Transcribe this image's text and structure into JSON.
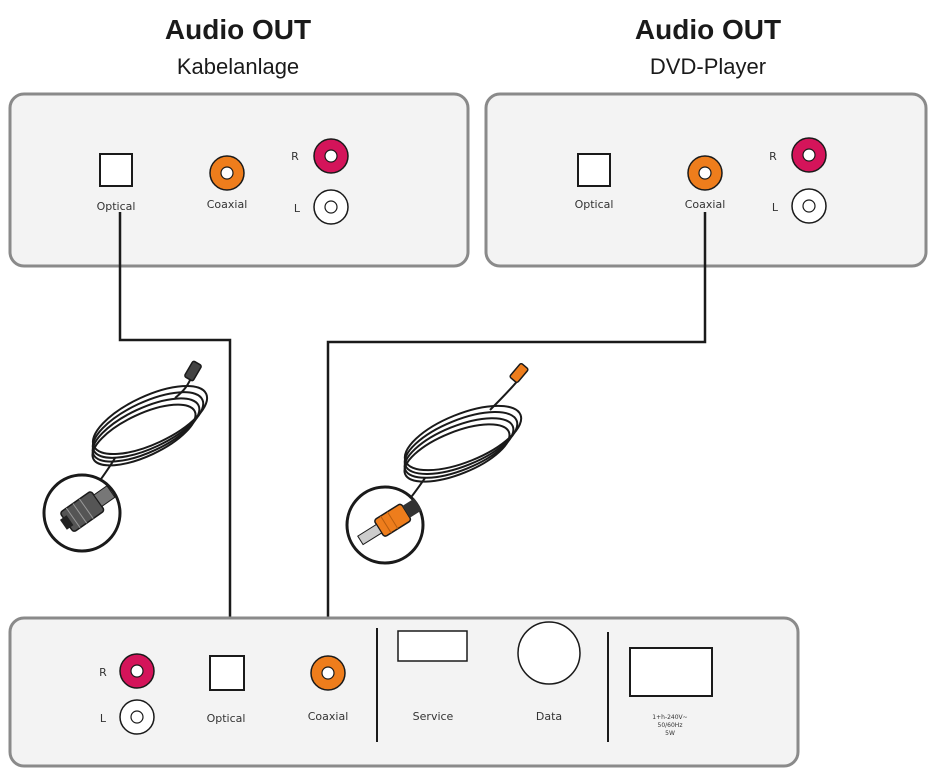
{
  "left_device": {
    "title": "Audio OUT",
    "subtitle": "Kabelanlage",
    "optical_label": "Optical",
    "coaxial_label": "Coaxial",
    "r_label": "R",
    "l_label": "L"
  },
  "right_device": {
    "title": "Audio OUT",
    "subtitle": "DVD-Player",
    "optical_label": "Optical",
    "coaxial_label": "Coaxial",
    "r_label": "R",
    "l_label": "L"
  },
  "bottom_device": {
    "r_label": "R",
    "l_label": "L",
    "optical_label": "Optical",
    "coaxial_label": "Coaxial",
    "service_label": "Service",
    "data_label": "Data",
    "power_line1": "1+h-240V~",
    "power_line2": "50/60Hz",
    "power_line3": "5W"
  },
  "colors": {
    "panel_fill": "#f3f3f3",
    "panel_stroke": "#8a8a8a",
    "coaxial": "#ee7d1c",
    "rca_red": "#d4145a",
    "cable": "#1a1a1a"
  }
}
